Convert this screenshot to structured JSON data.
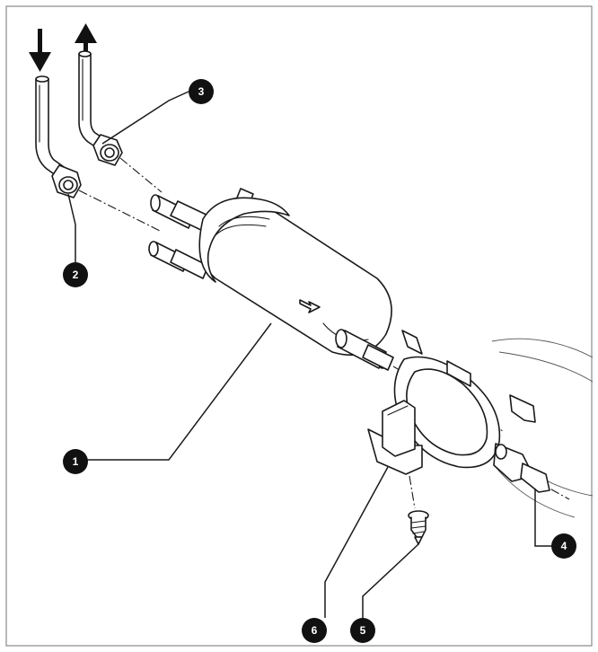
{
  "diagram": {
    "callouts": [
      {
        "id": "1",
        "label": "1"
      },
      {
        "id": "2",
        "label": "2"
      },
      {
        "id": "3",
        "label": "3"
      },
      {
        "id": "4",
        "label": "4"
      },
      {
        "id": "5",
        "label": "5"
      },
      {
        "id": "6",
        "label": "6"
      }
    ],
    "flow_arrows": [
      {
        "id": "inlet",
        "direction": "down"
      },
      {
        "id": "outlet",
        "direction": "up"
      }
    ]
  }
}
